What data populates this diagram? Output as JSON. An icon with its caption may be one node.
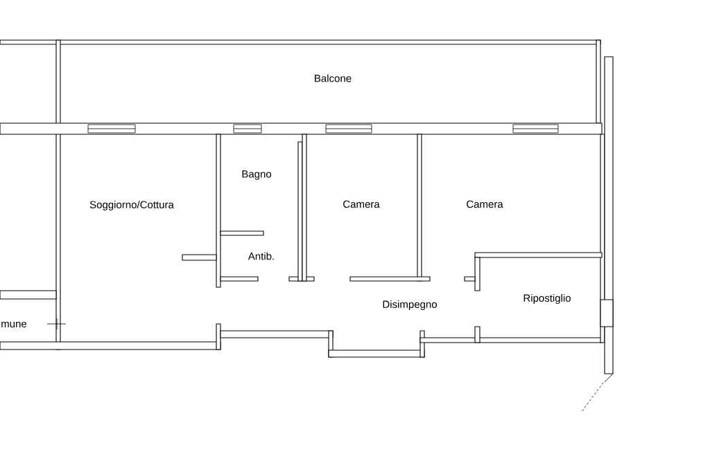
{
  "diagram": {
    "labels": [
      "Balcone",
      "Bagno",
      "Soggiorno/Cottura",
      "Camera",
      "Camera",
      "Antib.",
      "Disimpegno",
      "Ripostiglio",
      "mune"
    ]
  }
}
